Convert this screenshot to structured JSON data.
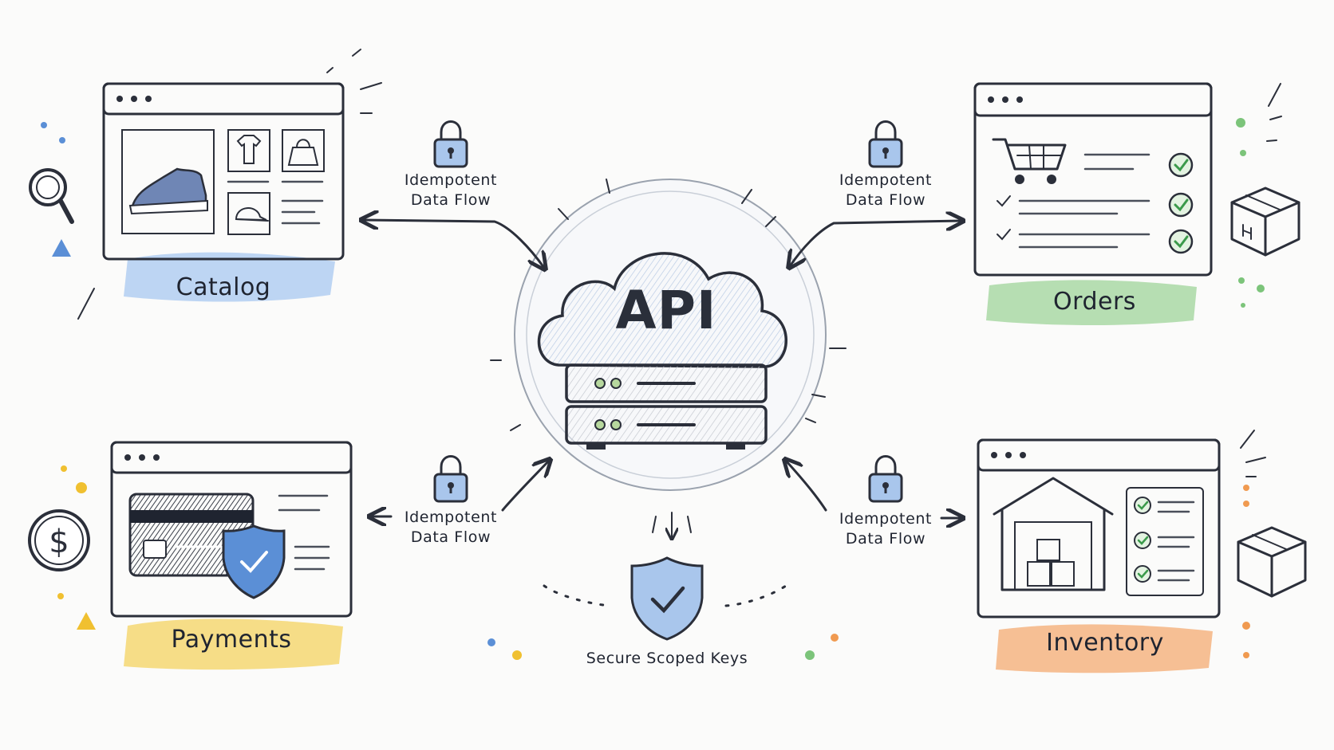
{
  "hub": {
    "label": "API"
  },
  "panels": {
    "catalog": {
      "label": "Catalog",
      "color": "#a8c8f0"
    },
    "orders": {
      "label": "Orders",
      "color": "#9fd49a"
    },
    "payments": {
      "label": "Payments",
      "color": "#f5d66a"
    },
    "inventory": {
      "label": "Inventory",
      "color": "#f5b07a"
    }
  },
  "flows": {
    "top_left": {
      "line1": "Idempotent",
      "line2": "Data Flow"
    },
    "top_right": {
      "line1": "Idempotent",
      "line2": "Data Flow"
    },
    "bottom_left": {
      "line1": "Idempotent",
      "line2": "Data Flow"
    },
    "bottom_right": {
      "line1": "Idempotent",
      "line2": "Data Flow"
    }
  },
  "security": {
    "label": "Secure Scoped Keys"
  },
  "icons": {
    "catalog": [
      "search-icon",
      "shoe-icon",
      "tshirt-icon",
      "handbag-icon",
      "cap-icon"
    ],
    "orders": [
      "shopping-cart-icon",
      "check-circle-icon",
      "package-box-icon"
    ],
    "payments": [
      "dollar-coin-icon",
      "credit-card-icon",
      "shield-check-icon"
    ],
    "inventory": [
      "warehouse-icon",
      "check-circle-icon",
      "package-box-icon"
    ],
    "hub": [
      "cloud-icon",
      "server-rack-icon"
    ],
    "flow": [
      "padlock-icon",
      "arrow-icon"
    ]
  },
  "colors": {
    "ink": "#2b2f3a",
    "shield": "#5b8fd6",
    "check": "#3a9a4a"
  }
}
